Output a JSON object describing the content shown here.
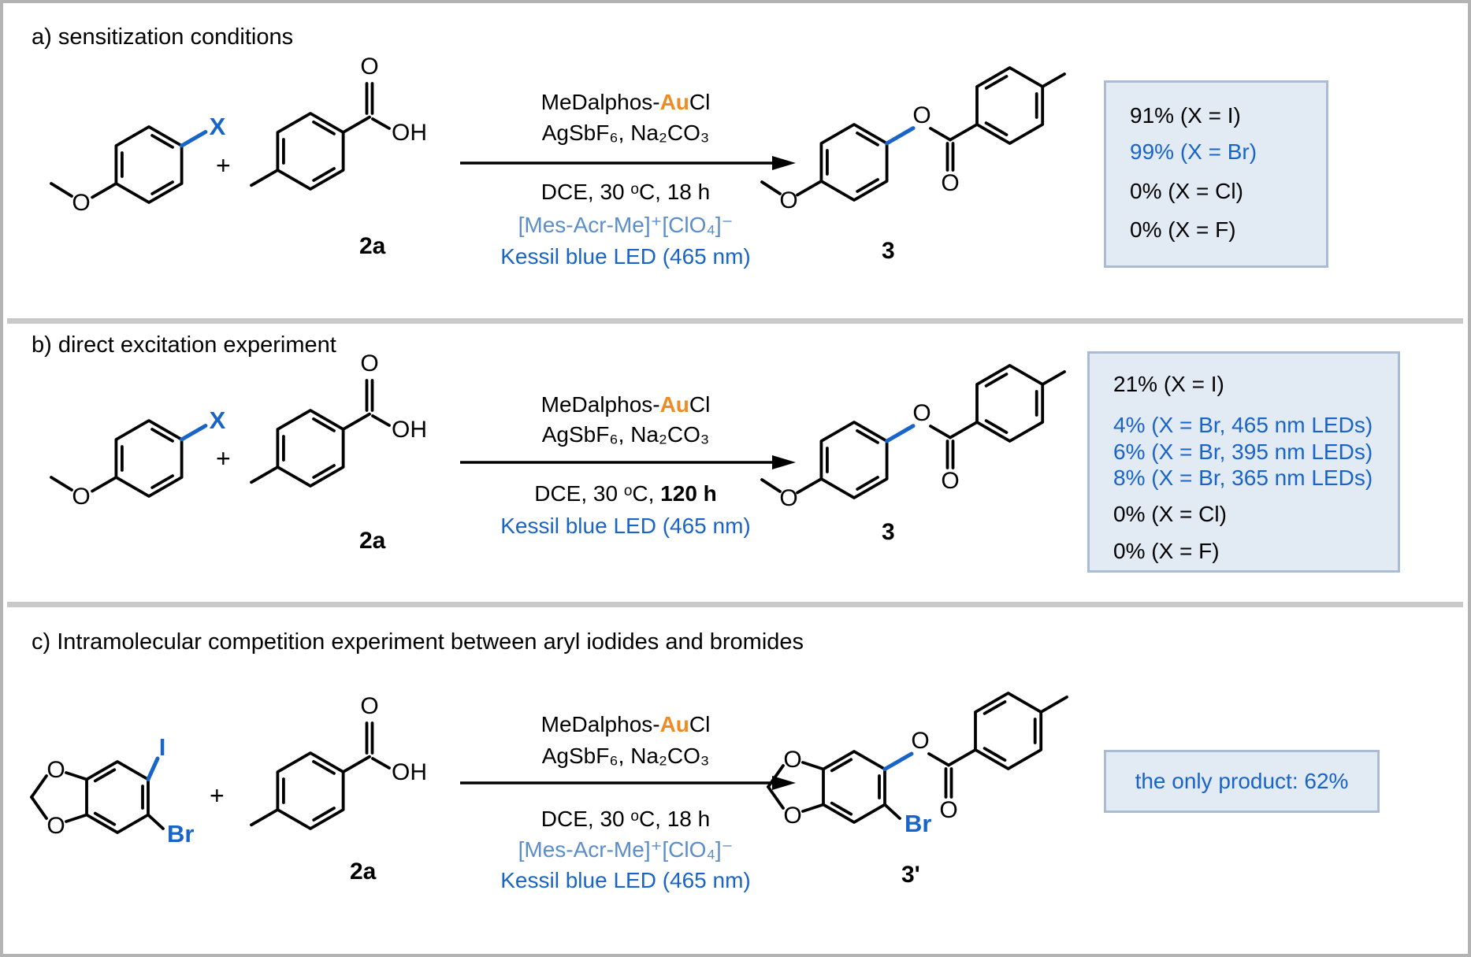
{
  "colors": {
    "accent_blue": "#1864c8",
    "mes_blue": "#5b8dc8",
    "orange": "#f28b1f",
    "box_fill": "#e2eaf4",
    "box_border": "#a9bcd4"
  },
  "panel_a": {
    "title": "a) sensitization conditions",
    "plus": "+",
    "halide_x": "X",
    "methoxy_o": "O",
    "acid": {
      "o": "O",
      "oh": "OH",
      "id": "2a"
    },
    "conditions": {
      "line1_pre": "MeDalphos-",
      "line1_metal": "Au",
      "line1_post": "Cl",
      "line2": "AgSbF₆, Na₂CO₃",
      "line3": "DCE, 30 ᵒC, 18 h",
      "line4": "[Mes-Acr-Me]⁺[ClO₄]⁻",
      "line5": "Kessil blue LED (465 nm)"
    },
    "product": {
      "id": "3",
      "ester_o": "O",
      "carbonyl_o": "O",
      "methoxy_o": "O"
    },
    "results": [
      "91% (X = I)",
      "99% (X = Br)",
      "0% (X = Cl)",
      "0% (X = F)"
    ]
  },
  "panel_b": {
    "title": "b) direct excitation experiment",
    "plus": "+",
    "halide_x": "X",
    "methoxy_o": "O",
    "acid": {
      "o": "O",
      "oh": "OH",
      "id": "2a"
    },
    "conditions": {
      "line1_pre": "MeDalphos-",
      "line1_metal": "Au",
      "line1_post": "Cl",
      "line2": "AgSbF₆, Na₂CO₃",
      "line3_pre": "DCE, 30 ᵒC, ",
      "line3_bold": "120 h",
      "line4": "Kessil blue LED (465 nm)"
    },
    "product": {
      "id": "3",
      "ester_o": "O",
      "carbonyl_o": "O",
      "methoxy_o": "O"
    },
    "results": [
      "21% (X = I)",
      "4% (X = Br, 465 nm LEDs)",
      "6% (X = Br, 395 nm LEDs)",
      "8% (X = Br, 365 nm LEDs)",
      "0% (X = Cl)",
      "0% (X = F)"
    ]
  },
  "panel_c": {
    "title": "c) Intramolecular competition experiment between aryl iodides and bromides",
    "plus": "+",
    "reactant": {
      "o_top": "O",
      "o_bottom": "O",
      "iodide": "I",
      "bromide": "Br"
    },
    "acid": {
      "o": "O",
      "oh": "OH",
      "id": "2a"
    },
    "conditions": {
      "line1_pre": "MeDalphos-",
      "line1_metal": "Au",
      "line1_post": "Cl",
      "line2": "AgSbF₆, Na₂CO₃",
      "line3": "DCE, 30 ᵒC, 18 h",
      "line4": "[Mes-Acr-Me]⁺[ClO₄]⁻",
      "line5": "Kessil blue LED (465 nm)"
    },
    "product": {
      "id": "3'",
      "ester_o": "O",
      "carbonyl_o": "O",
      "o_top": "O",
      "o_bottom": "O",
      "bromide": "Br"
    },
    "result": "the only product: 62%"
  }
}
